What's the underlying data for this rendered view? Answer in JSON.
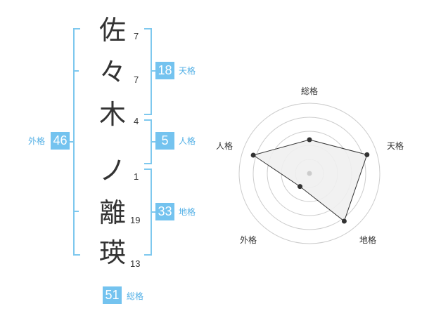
{
  "name_chars": [
    {
      "char": "佐",
      "strokes": "7"
    },
    {
      "char": "々",
      "strokes": "7"
    },
    {
      "char": "木",
      "strokes": "4"
    },
    {
      "char": "ノ",
      "strokes": "1"
    },
    {
      "char": "離",
      "strokes": "19"
    },
    {
      "char": "瑛",
      "strokes": "13"
    }
  ],
  "grids": {
    "tenkaku": {
      "value": "18",
      "label": "天格"
    },
    "jinkaku": {
      "value": "5",
      "label": "人格"
    },
    "chikaku": {
      "value": "33",
      "label": "地格"
    },
    "gaikaku": {
      "value": "46",
      "label": "外格"
    },
    "soukaku": {
      "value": "51",
      "label": "総格"
    }
  },
  "radar": {
    "axes": [
      "総格",
      "天格",
      "地格",
      "外格",
      "人格"
    ],
    "scores": [
      0.48,
      0.86,
      0.84,
      0.23,
      0.84
    ],
    "colors": {
      "fill": "#f0f0f0",
      "stroke": "#333333",
      "rings": "#cccccc",
      "center": "#cccccc"
    }
  },
  "colors": {
    "accent": "#74c3ef",
    "accent_text": "#53b0e6"
  }
}
